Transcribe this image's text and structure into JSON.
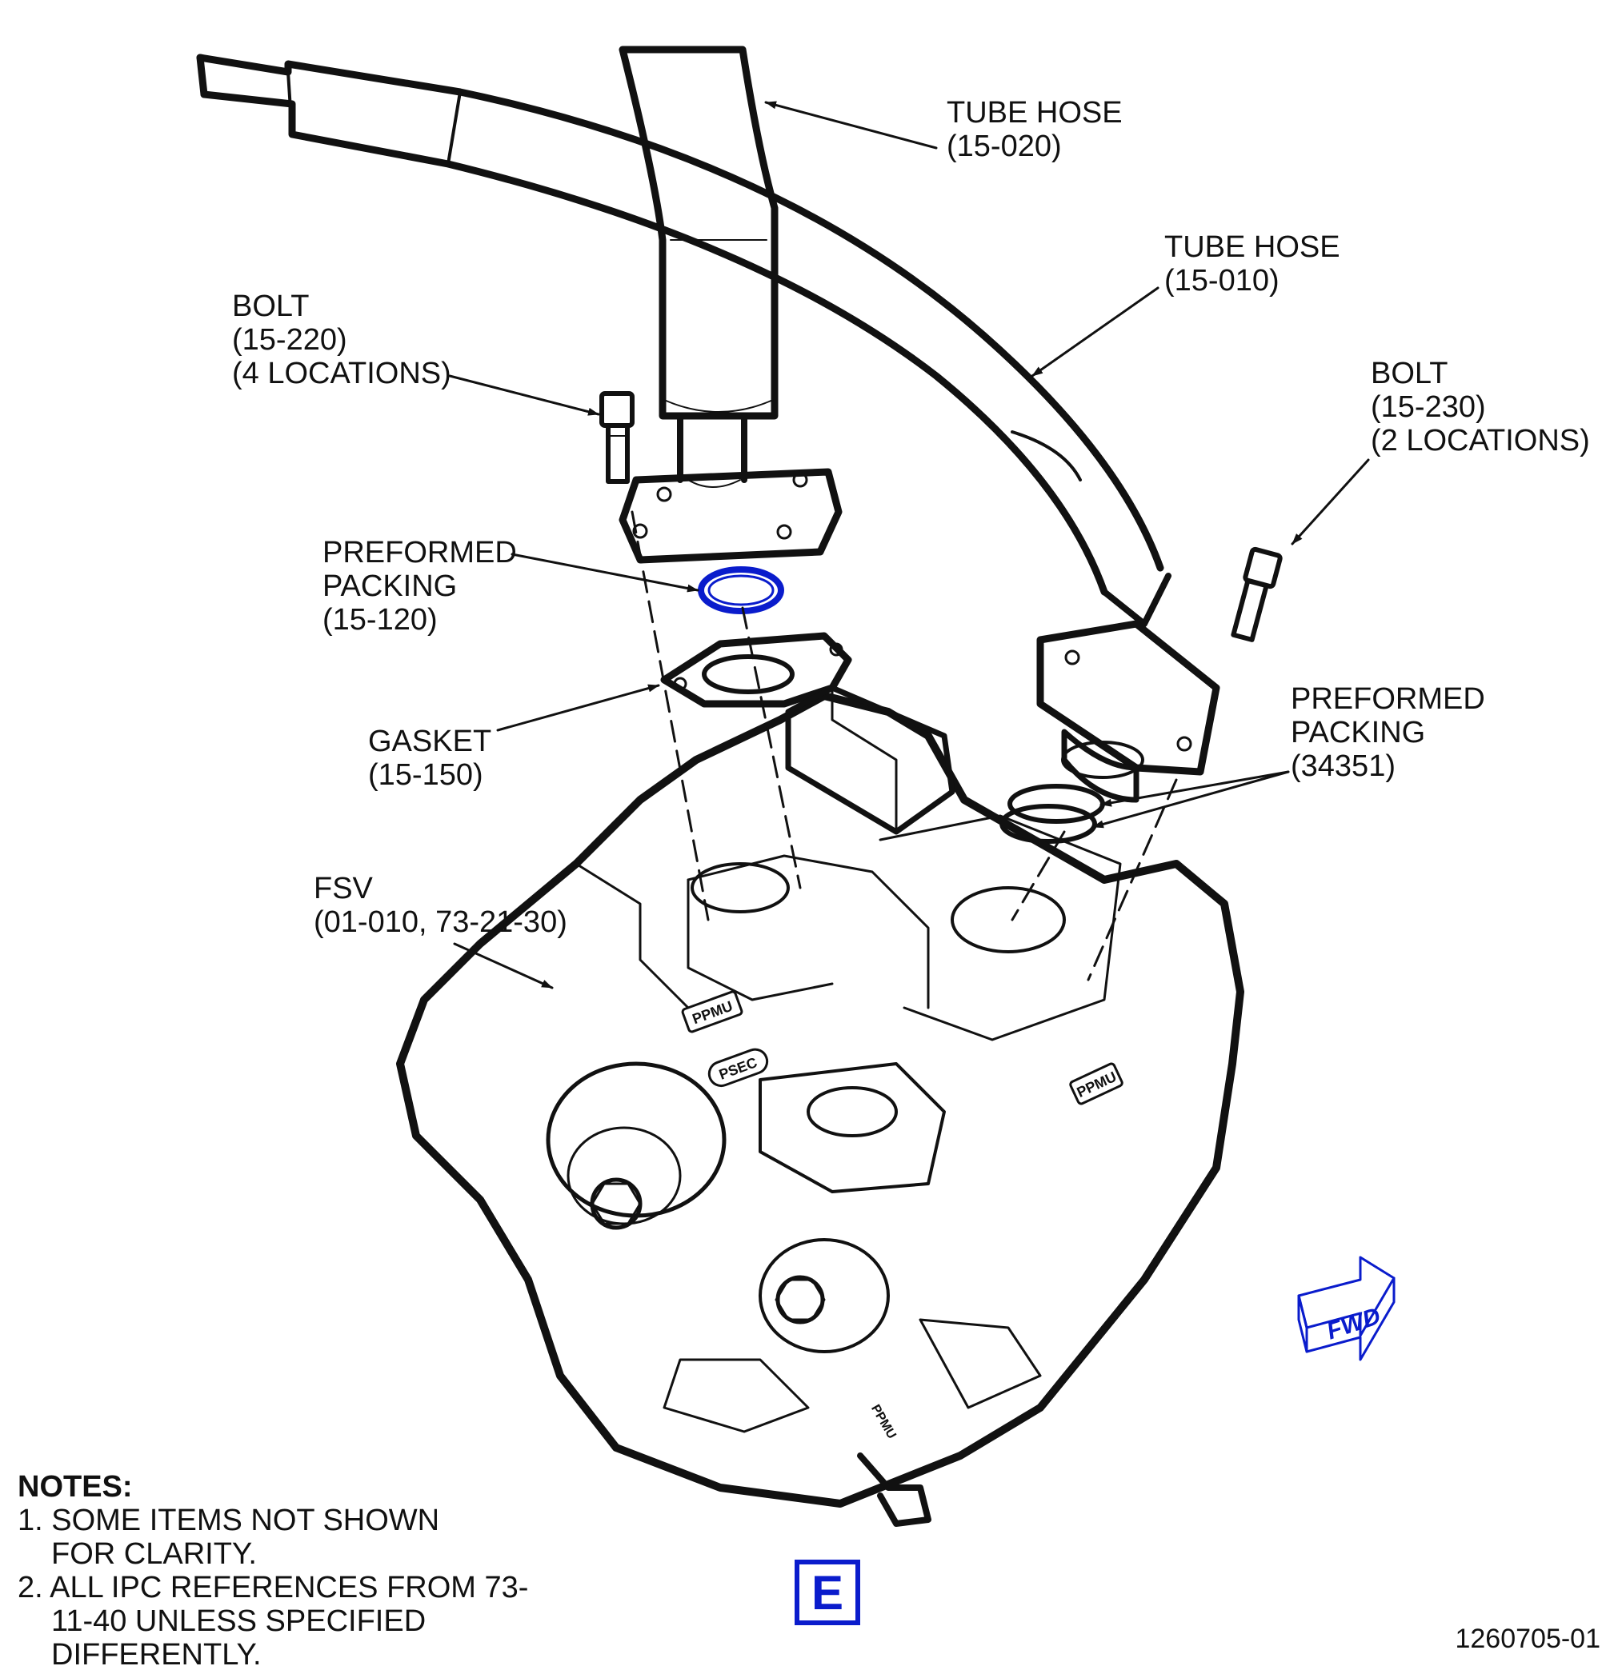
{
  "labels": {
    "tube_hose_1": {
      "name": "TUBE HOSE",
      "ref": "(15-020)"
    },
    "tube_hose_2": {
      "name": "TUBE HOSE",
      "ref": "(15-010)"
    },
    "bolt_1": {
      "name": "BOLT",
      "ref": "(15-220)",
      "qty": "(4 LOCATIONS)"
    },
    "bolt_2": {
      "name": "BOLT",
      "ref": "(15-230)",
      "qty": "(2 LOCATIONS)"
    },
    "packing_1": {
      "line1": "PREFORMED",
      "line2": "PACKING",
      "ref": "(15-120)"
    },
    "packing_2": {
      "line1": "PREFORMED",
      "line2": "PACKING",
      "ref": "(34351)"
    },
    "gasket": {
      "name": "GASKET",
      "ref": "(15-150)"
    },
    "fsv": {
      "name": "FSV",
      "ref": "(01-010, 73-21-30)"
    }
  },
  "body_markings": {
    "ppmu_1": "PPMU",
    "psec": "PSEC",
    "ppmu_2": "PPMU",
    "ppmu_3": "PPMU"
  },
  "fwd_arrow": "FWD",
  "notes": {
    "title": "NOTES:",
    "items": [
      "1. SOME ITEMS NOT SHOWN FOR CLARITY.",
      "2. ALL IPC REFERENCES FROM 73-11-40 UNLESS SPECIFIED DIFFERENTLY."
    ]
  },
  "view_letter": "E",
  "figure_number": "1260705-01",
  "colors": {
    "ink": "#111111",
    "highlight": "#0a1ccc"
  }
}
